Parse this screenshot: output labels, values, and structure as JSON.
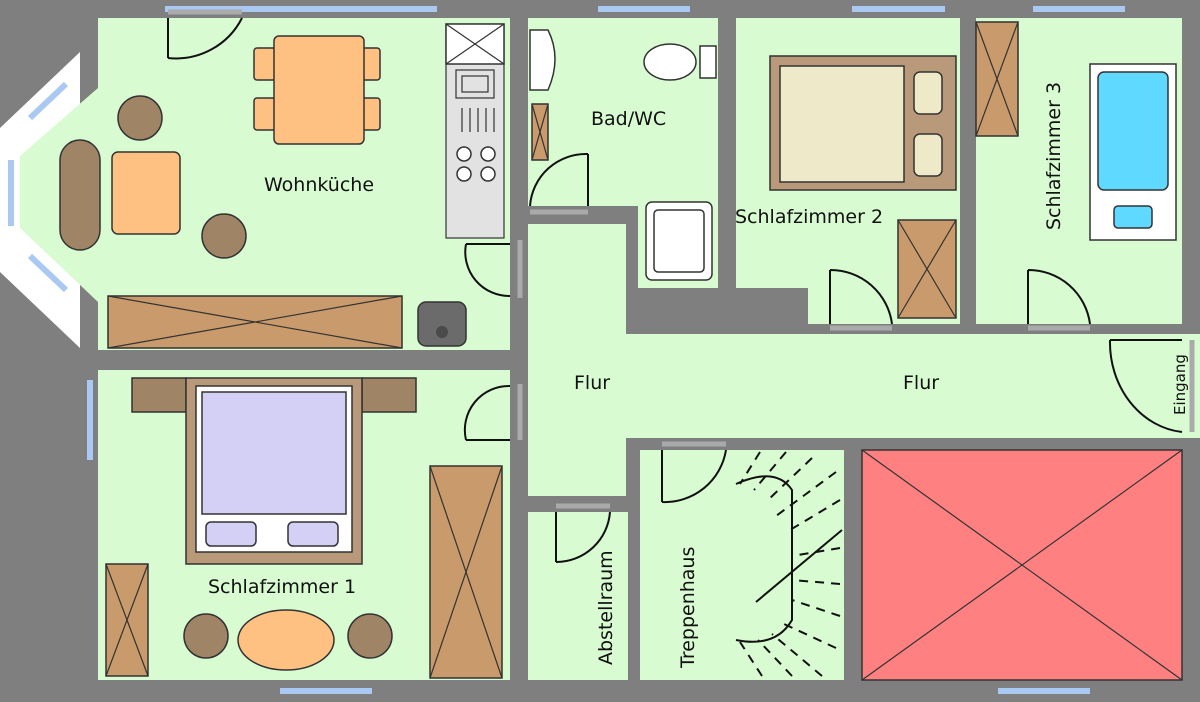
{
  "rooms": {
    "wohnkueche": "Wohnküche",
    "bad": "Bad/WC",
    "schlafzimmer2": "Schlafzimmer 2",
    "schlafzimmer3": "Schlafzimmer 3",
    "flur_left": "Flur",
    "flur_right": "Flur",
    "eingang": "Eingang",
    "schlafzimmer1": "Schlafzimmer 1",
    "abstellraum": "Abstellraum",
    "treppenhaus": "Treppenhaus"
  },
  "colors": {
    "floor": "#d8fbd2",
    "wall": "#7f7f7f",
    "window": "#a9c9f2",
    "void": "#ff8080",
    "wood": "#c99a6b",
    "table": "#ffc182",
    "bed_linen": "#d4cff4",
    "bath": "#5fd9ff"
  }
}
